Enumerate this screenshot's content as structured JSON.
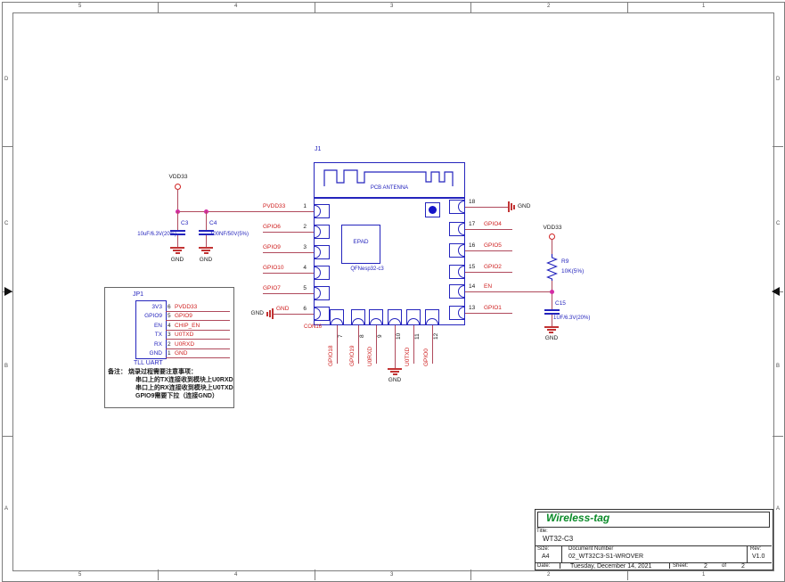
{
  "frame": {
    "cols": [
      "5",
      "4",
      "3",
      "2",
      "1"
    ],
    "rows": [
      "D",
      "C",
      "B",
      "A"
    ]
  },
  "module": {
    "ref": "J1",
    "antenna_label": "PCB ANTENNA",
    "epad": "EPAD",
    "part": "QFNesp32-c3",
    "footprint": "CON16",
    "pins_left": [
      {
        "num": "1",
        "net": "PVDD33"
      },
      {
        "num": "2",
        "net": "GPIO6"
      },
      {
        "num": "3",
        "net": "GPIO9"
      },
      {
        "num": "4",
        "net": "GPIO10"
      },
      {
        "num": "5",
        "net": "GPIO7"
      },
      {
        "num": "6",
        "net": "GND"
      }
    ],
    "pins_right": [
      {
        "num": "18",
        "net": "GND"
      },
      {
        "num": "17",
        "net": "GPIO4"
      },
      {
        "num": "16",
        "net": "GPIO5"
      },
      {
        "num": "15",
        "net": "GPIO2"
      },
      {
        "num": "14",
        "net": "EN"
      },
      {
        "num": "13",
        "net": "GPIO1"
      }
    ],
    "pins_bottom": [
      {
        "num": "7",
        "net": "GPIO18"
      },
      {
        "num": "8",
        "net": "GPIO19"
      },
      {
        "num": "9",
        "net": "U0RXD"
      },
      {
        "num": "10",
        "net": "GND"
      },
      {
        "num": "11",
        "net": "U0TXD"
      },
      {
        "num": "12",
        "net": "GPIO0"
      }
    ]
  },
  "power_left": {
    "rail": "VDD33",
    "c3_ref": "C3",
    "c3_val": "10uF/6.3V(20%)",
    "c4_ref": "C4",
    "c4_val": "100NF/50V(5%)",
    "gnd": "GND"
  },
  "power_right": {
    "rail": "VDD33",
    "r9_ref": "R9",
    "r9_val": "10K(5%)",
    "c15_ref": "C15",
    "c15_val": "1UF/6.3V(20%)",
    "gnd": "GND",
    "en_net": "EN"
  },
  "jp1": {
    "ref": "JP1",
    "caption": "TLL UART",
    "rows": [
      {
        "inner": "3V3",
        "num": "6",
        "net": "PVDD33"
      },
      {
        "inner": "GPIO9",
        "num": "5",
        "net": "GPIO9"
      },
      {
        "inner": "EN",
        "num": "4",
        "net": "CHIP_EN"
      },
      {
        "inner": "TX",
        "num": "3",
        "net": "U0TXD"
      },
      {
        "inner": "RX",
        "num": "2",
        "net": "U0RXD"
      },
      {
        "inner": "GND",
        "num": "1",
        "net": "GND"
      }
    ]
  },
  "notes": {
    "lines": [
      "备注： 烧录过程需要注意事项：",
      "串口上的TX连接收到模块上U0RXD",
      "串口上的RX连接收到模块上U0TXD",
      "GPIO9需要下拉（连接GND）"
    ]
  },
  "titleblock": {
    "logo": "Wireless-tag",
    "title_label": "Title:",
    "title": "WT32-C3",
    "size_label": "Size:",
    "size": "A4",
    "doc_label": "Document Number",
    "doc": "02_WT32C3-S1-WROVER",
    "rev_label": "Rev:",
    "rev": "V1.0",
    "date_label": "Date:",
    "date": "Tuesday, December 14, 2021",
    "sheet_label": "Sheet:",
    "sheet": "2",
    "of_label": "of",
    "total": "2"
  },
  "colors": {
    "wire": "#b04a5c",
    "net": "#cf2020",
    "component": "#2424bd",
    "logo_green": "#0a8a28"
  }
}
